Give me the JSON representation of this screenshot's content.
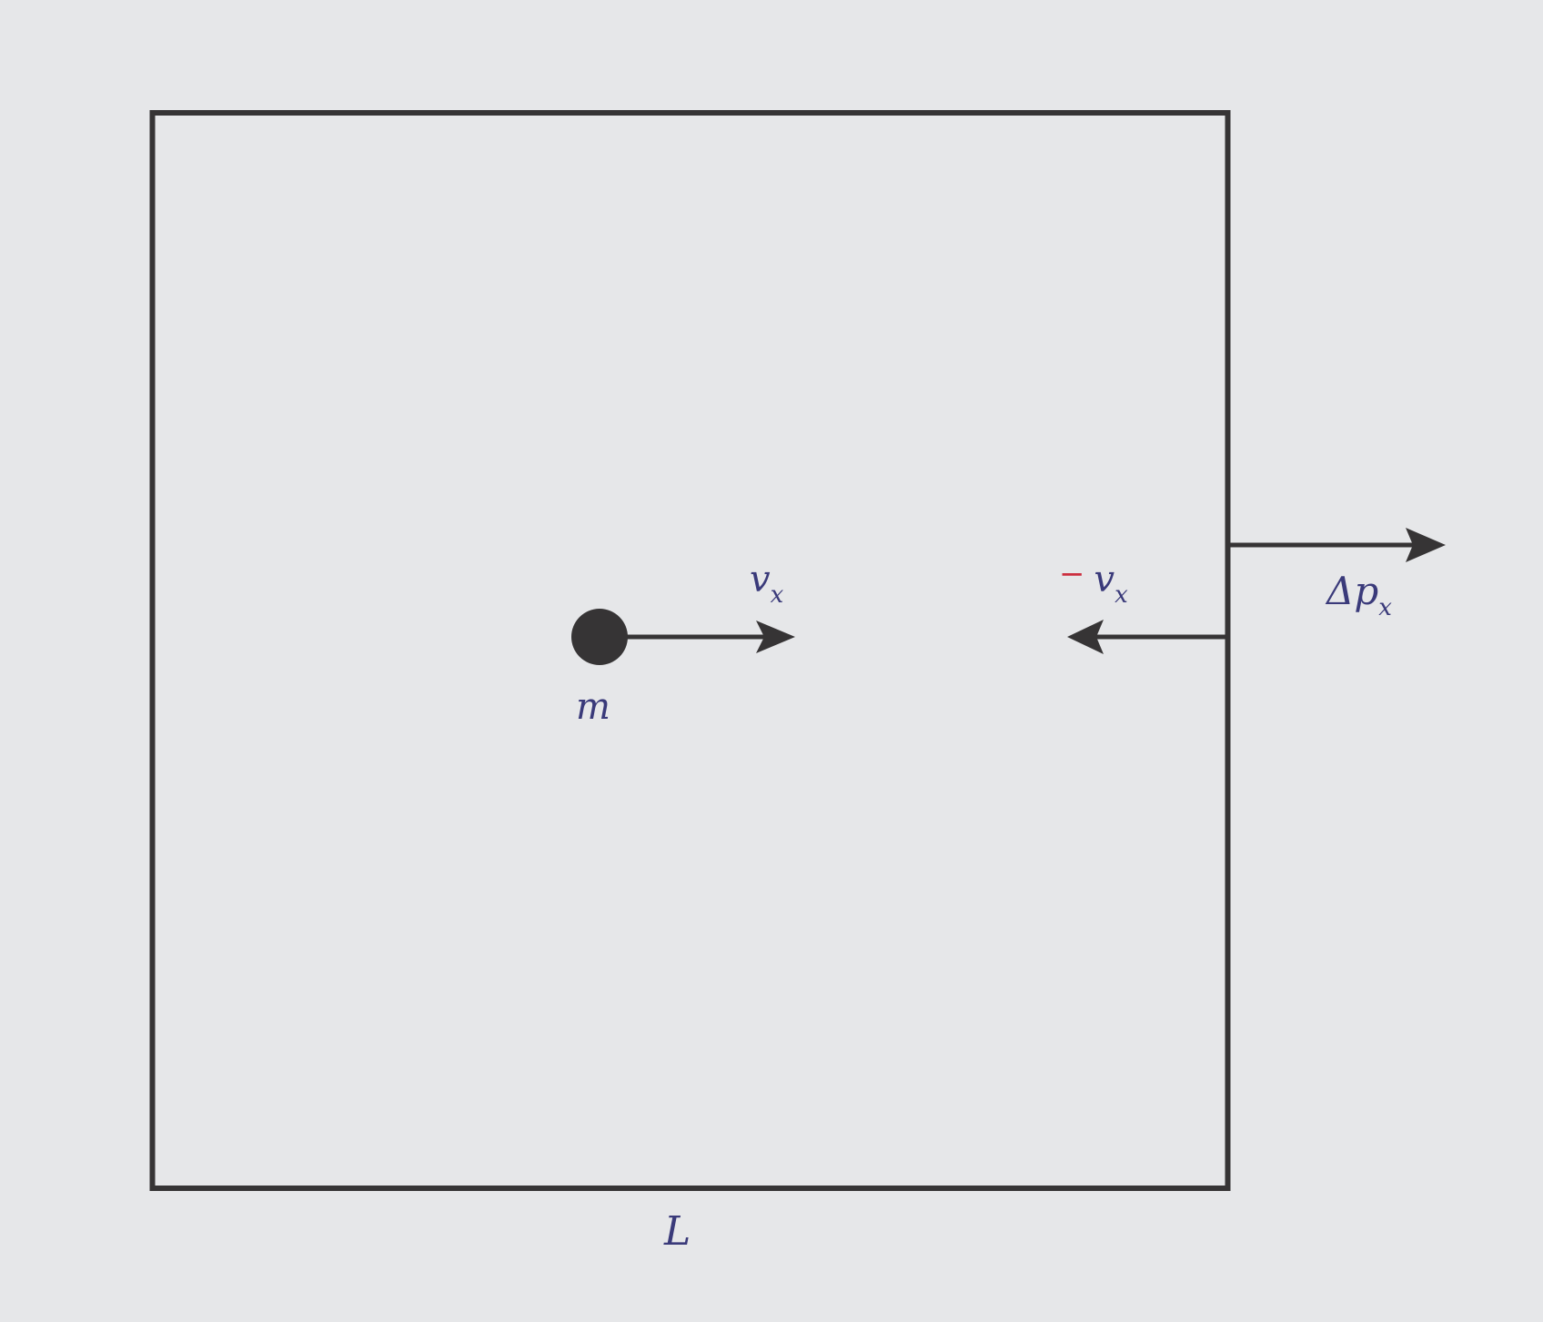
{
  "colors": {
    "background": "#e6e7e9",
    "stroke": "#363435",
    "label": "#3a3a7a",
    "minus": "#cc2f3f"
  },
  "labels": {
    "mass": "m",
    "velocity_symbol": "v",
    "velocity_subscript": "x",
    "reflected_minus": "−",
    "reflected_symbol": "v",
    "reflected_subscript": "x",
    "momentum_delta": "Δ",
    "momentum_symbol": "p",
    "momentum_subscript": "x",
    "side_length": "L"
  }
}
